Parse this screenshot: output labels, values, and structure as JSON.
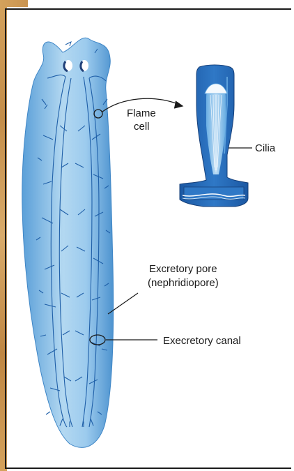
{
  "labels": {
    "flame_cell_line1": "Flame",
    "flame_cell_line2": "cell",
    "cilia": "Cilia",
    "excretory_pore_line1": "Excretory pore",
    "excretory_pore_line2": "(nephridiopore)",
    "execretory_canal": "Execretory canal"
  },
  "colors": {
    "body_fill_light": "#b9dcf2",
    "body_fill_dark": "#4f97d2",
    "canal": "#1f5fa8",
    "flame_cell_dark": "#1d5aa6",
    "flame_cell_mid": "#6aaee3",
    "leader_line": "#1a1a1a"
  }
}
